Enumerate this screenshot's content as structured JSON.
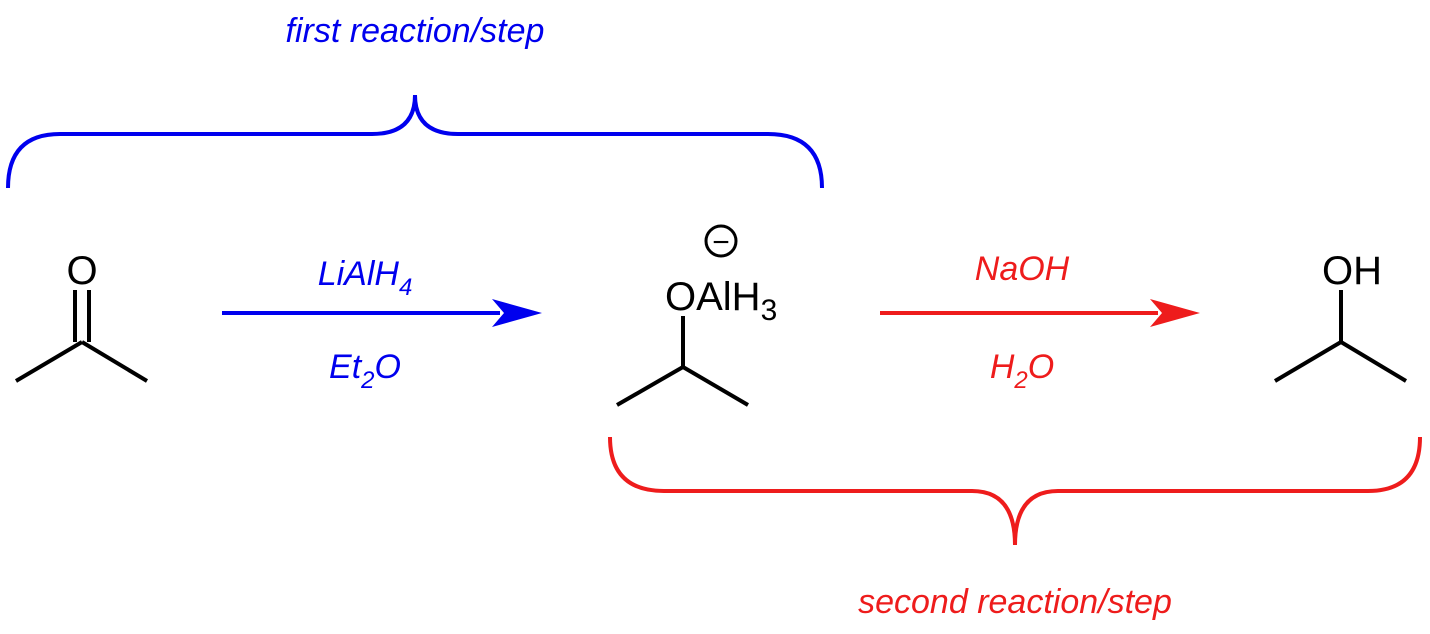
{
  "colors": {
    "first_step": "#0000ee",
    "second_step": "#ee1c1c",
    "bonds": "#000000"
  },
  "first_step": {
    "label": "first reaction/step",
    "reagent_top": {
      "main": "LiAlH",
      "sub": "4"
    },
    "reagent_bottom": {
      "main": "Et",
      "sub": "2",
      "tail": "O"
    }
  },
  "second_step": {
    "label": "second reaction/step",
    "reagent_top": {
      "main": "NaOH"
    },
    "reagent_bottom": {
      "main": "H",
      "sub": "2",
      "tail": "O"
    }
  },
  "molecules": {
    "ketone": {
      "oxygen": "O"
    },
    "intermediate": {
      "group": "OAlH",
      "sub": "3",
      "charge": "−"
    },
    "alcohol": {
      "group": "OH"
    }
  }
}
